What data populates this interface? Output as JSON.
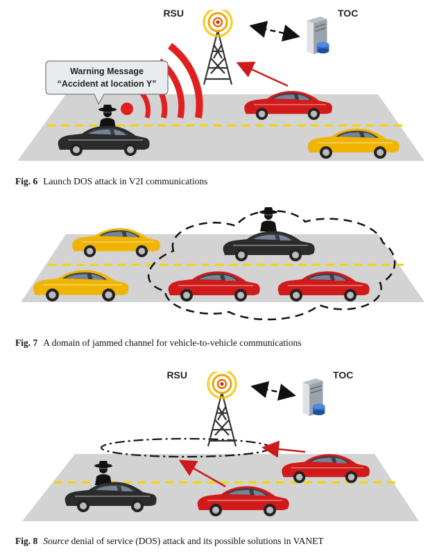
{
  "figures": [
    {
      "id": "fig6",
      "rsu_label": "RSU",
      "toc_label": "TOC",
      "warning_title": "Warning Message",
      "warning_body": "“Accident at location Y”",
      "caption_number": "Fig. 6",
      "caption_text": "Launch DOS attack in V2I communications"
    },
    {
      "id": "fig7",
      "caption_number": "Fig. 7",
      "caption_text": "A domain of jammed channel for vehicle-to-vehicle communications"
    },
    {
      "id": "fig8",
      "rsu_label": "RSU",
      "toc_label": "TOC",
      "caption_number": "Fig. 8",
      "caption_source": "Source",
      "caption_text": " denial of service (DOS) attack and its possible solutions in VANET"
    }
  ],
  "colors": {
    "road": "#d3d3d3",
    "lane": "#f2d500",
    "red_car": "#d11a1a",
    "yellow_car": "#f0b400",
    "black_car": "#2b2b2b",
    "signal": "#e02020",
    "arrow": "#cc1b1b"
  },
  "icons": [
    "rsu-tower-icon",
    "toc-server-icon",
    "attacker-icon",
    "car-icon",
    "signal-waves-icon"
  ]
}
